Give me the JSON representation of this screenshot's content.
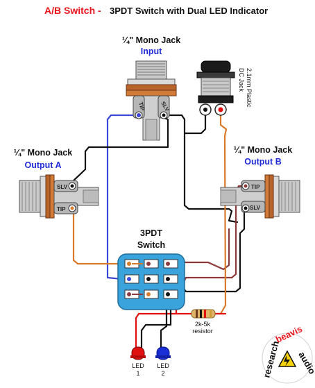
{
  "title": {
    "prefix": "A/B Switch -",
    "main": "3PDT Switch with Dual LED Indicator"
  },
  "input_jack": {
    "heading": "¼\" Mono Jack",
    "sub": "Input"
  },
  "output_a_jack": {
    "heading": "¼\" Mono Jack",
    "sub": "Output A"
  },
  "output_b_jack": {
    "heading": "¼\" Mono Jack",
    "sub": "Output B"
  },
  "dc_jack": {
    "line1": "2.1mm Plastic",
    "line2": "DC Jack"
  },
  "switch": {
    "line1": "3PDT",
    "line2": "Switch"
  },
  "resistor": {
    "line1": "2k-5k",
    "line2": "resistor"
  },
  "lugs": {
    "tip": "TIP",
    "sleeve": "SLV"
  },
  "leds": [
    {
      "line1": "LED",
      "line2": "1",
      "color": "#e01010"
    },
    {
      "line1": "LED",
      "line2": "2",
      "color": "#1a2fd6"
    }
  ],
  "logo": {
    "word1": "beavis",
    "word2": "audio",
    "word3": "research"
  },
  "colors": {
    "title_red": "#e8151b",
    "label_blue": "#1f2bd8",
    "switch_body": "#3aa3dc",
    "wire_black": "#111111",
    "wire_blue": "#3b45d6",
    "wire_orange": "#d97a2a",
    "wire_brown": "#8a3a3a",
    "wire_red": "#e01010"
  }
}
